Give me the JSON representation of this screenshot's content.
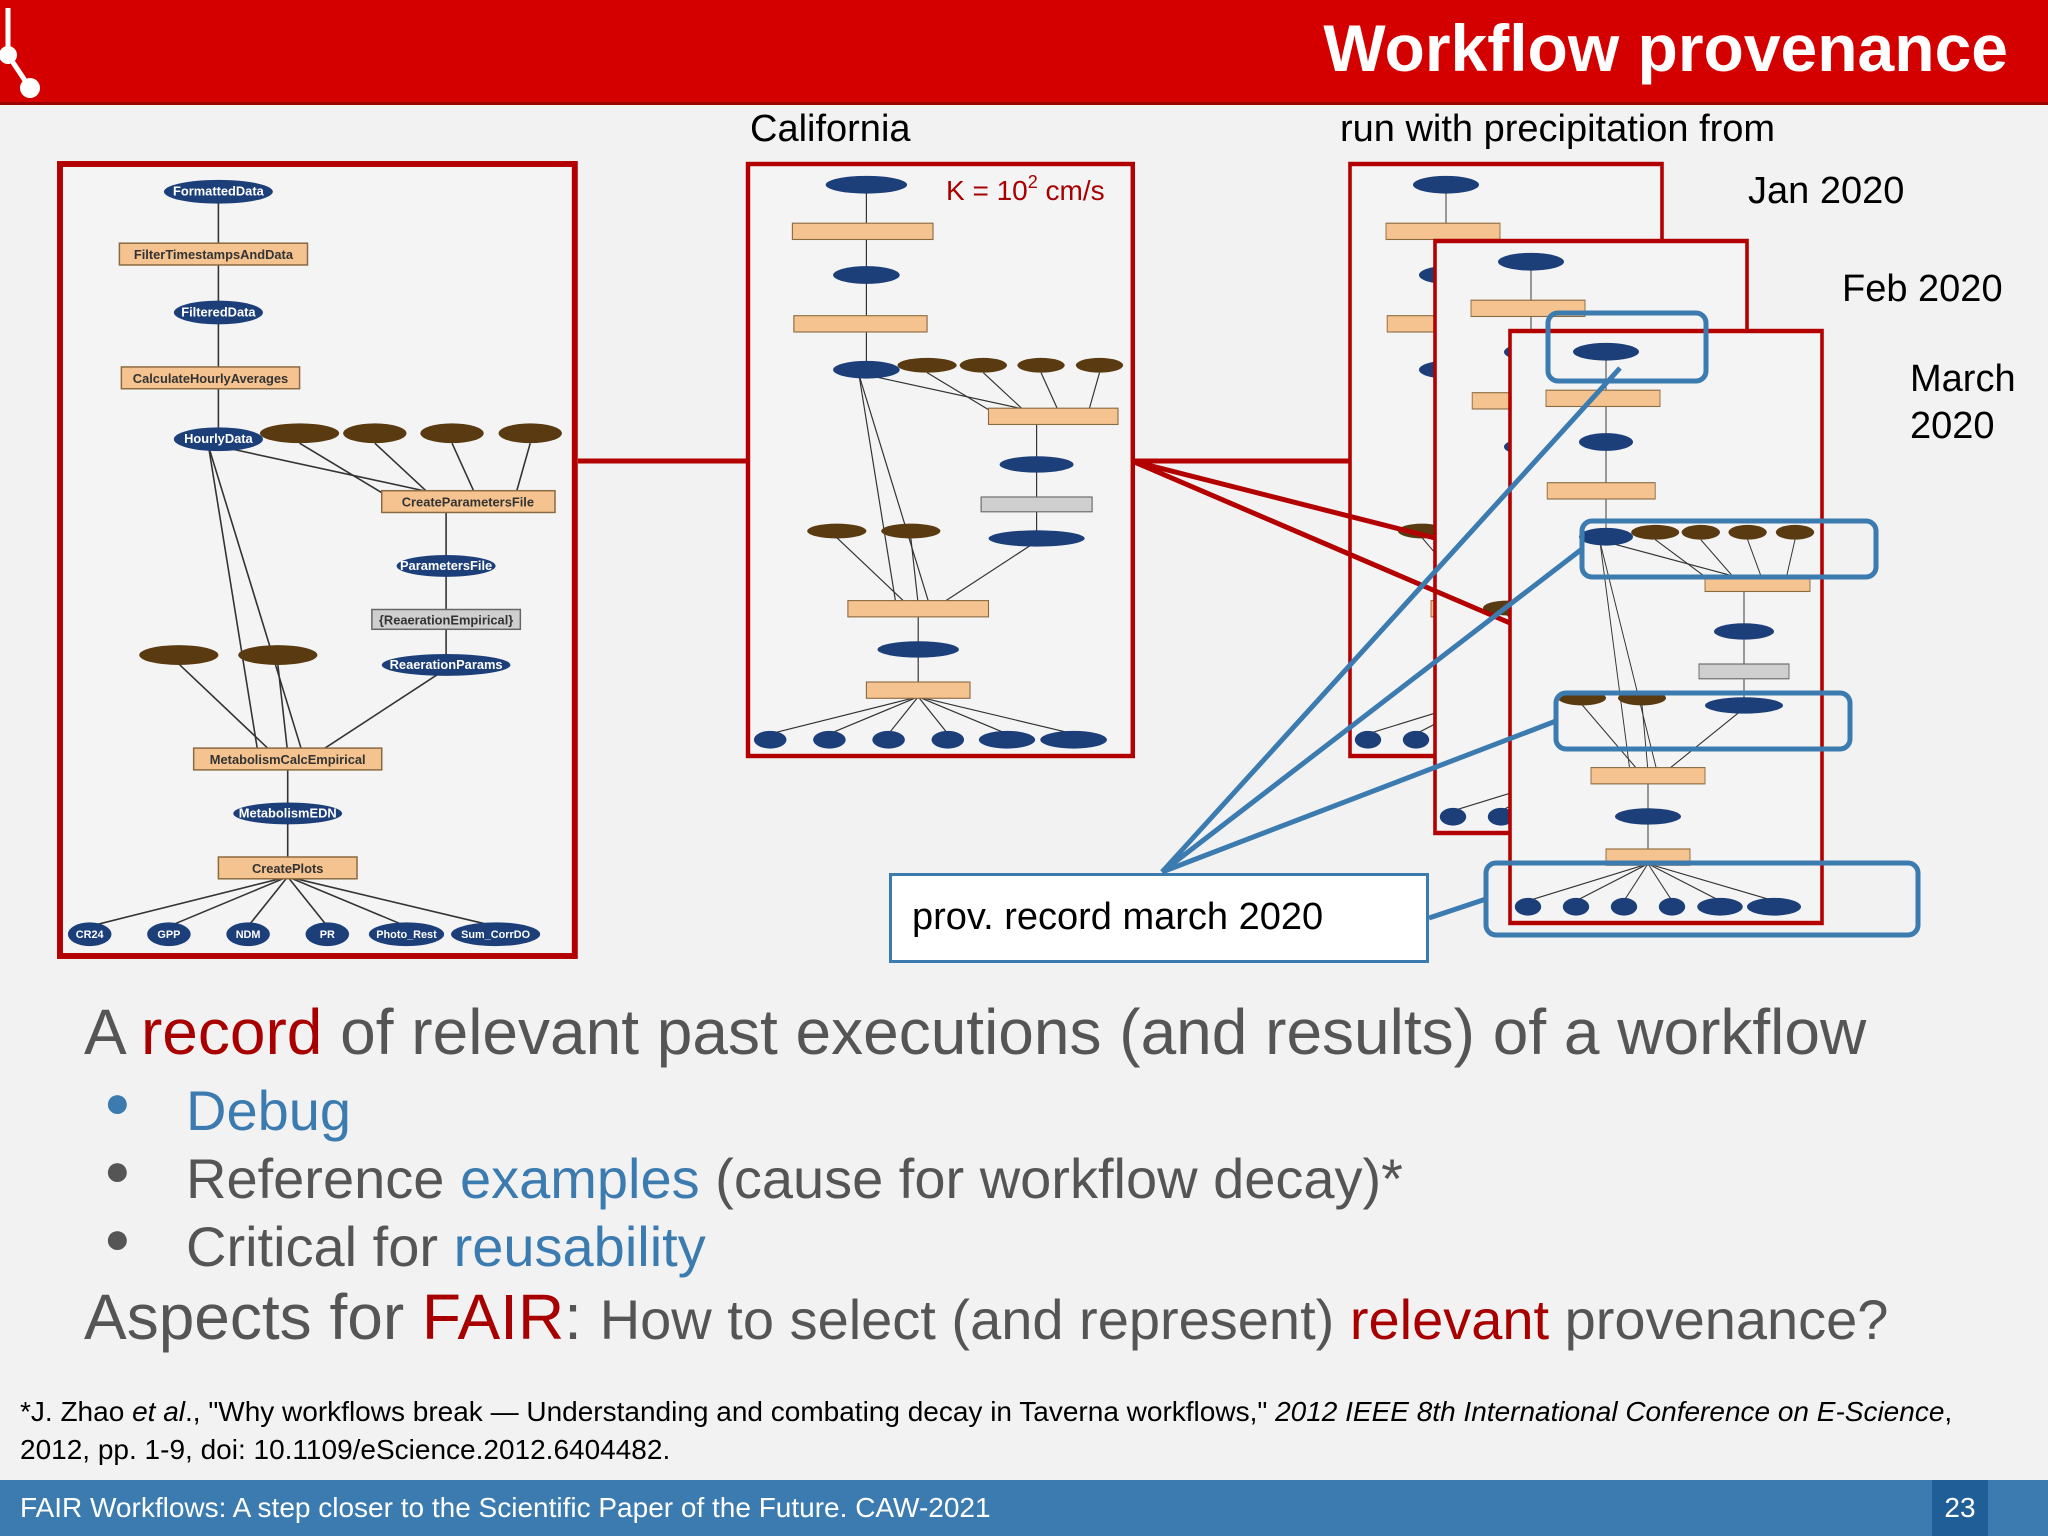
{
  "header": {
    "title": "Workflow provenance"
  },
  "labels": {
    "california": "California",
    "run_with": "run with precipitation from",
    "jan": "Jan 2020",
    "feb": "Feb 2020",
    "march_1": "March",
    "march_2": "2020",
    "k_value_prefix": "K = 10",
    "k_value_exp": "2",
    "k_value_suffix": " cm/s"
  },
  "workflow": {
    "formatted": "FormattedData",
    "filter": "FilterTimestampsAndData",
    "filtered": "FilteredData",
    "calc_hourly": "CalculateHourlyAverages",
    "hourly": "HourlyData",
    "create_params": "CreateParametersFile",
    "params_file": "ParametersFile",
    "reaeration": "{ReaerationEmpirical}",
    "reaeration_params": "ReaerationParams",
    "metabolism_calc": "MetabolismCalcEmpirical",
    "metabolism_edn": "MetabolismEDN",
    "create_plots": "CreatePlots",
    "outputs": [
      "CR24",
      "GPP",
      "NDM",
      "PR",
      "Photo_Rest",
      "Sum_CorrDO"
    ]
  },
  "prov_box": {
    "text": "prov. record march 2020"
  },
  "main": {
    "line1_a": "A ",
    "line1_b": "record",
    "line1_c": " of relevant past executions (and results) of a workflow"
  },
  "bullets": {
    "b1": "Debug",
    "b2_a": "Reference ",
    "b2_b": "examples",
    "b2_c": " (cause for workflow decay)*",
    "b3_a": "Critical for ",
    "b3_b": "reusability",
    "dot": "●"
  },
  "aspects": {
    "a": "Aspects for ",
    "b": "FAIR",
    "c": ": ",
    "d": "How to select (and represent) ",
    "e": "relevant",
    "f": " provenance?"
  },
  "footnote": {
    "a": "*J. Zhao ",
    "b": "et al",
    "c": "., \"Why workflows break — Understanding and combating decay in Taverna workflows,\" ",
    "d": "2012 IEEE 8th International Conference on E-Science",
    "e": ", 2012, pp. 1-9, doi: 10.1109/eScience.2012.6404482."
  },
  "footer": {
    "text": "FAIR Workflows: A step closer to the Scientific Paper of the Future. CAW-2021",
    "page": "23"
  },
  "colors": {
    "header": "#d40000",
    "frame": "#b30000",
    "highlight": "#3b7bb0",
    "node": "#1c3f7a",
    "proc": "#f5c38f",
    "input": "#5a3a10"
  }
}
